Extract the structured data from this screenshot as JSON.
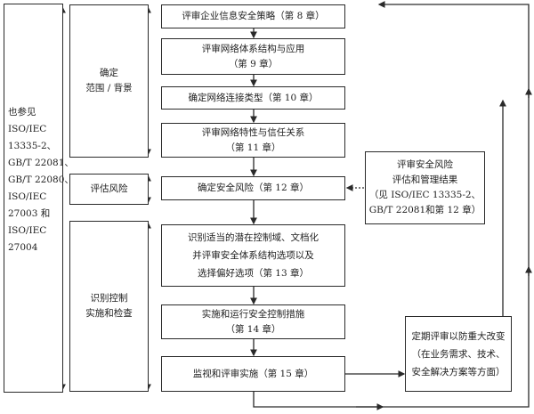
{
  "left_note": {
    "lines": [
      "也参见",
      "ISO/IEC",
      "13335-2、",
      "GB/T 22081、",
      "GB/T 22080、",
      "ISO/IEC",
      "27003 和",
      "ISO/IEC",
      "27004"
    ]
  },
  "phases": [
    {
      "lines": [
        "确定",
        "范围 / 背景"
      ]
    },
    {
      "lines": [
        "评估风险"
      ]
    },
    {
      "lines": [
        "识别控制",
        "实施和检查"
      ]
    }
  ],
  "steps": [
    {
      "lines": [
        "评审企业信息安全策略（第 8 章）"
      ]
    },
    {
      "lines": [
        "评审网络体系结构与应用",
        "（第 9 章）"
      ]
    },
    {
      "lines": [
        "确定网络连接类型（第 10 章）"
      ]
    },
    {
      "lines": [
        "评审网络特性与信任关系",
        "（第 11 章）"
      ]
    },
    {
      "lines": [
        "确定安全风险（第 12 章）"
      ]
    },
    {
      "lines": [
        "识别适当的潜在控制域、文档化",
        "并评审安全体系结构选项以及",
        "选择偏好选项（第 13 章）"
      ]
    },
    {
      "lines": [
        "实施和运行安全控制措施",
        "（第 14 章）"
      ]
    },
    {
      "lines": [
        "监视和评审实施（第 15 章）"
      ]
    }
  ],
  "risk_input": {
    "lines": [
      "评审安全风险",
      "评估和管理结果",
      "（见 ISO/IEC 13335-2、",
      "GB/T 22081和第 12 章）"
    ]
  },
  "periodic_review": {
    "lines": [
      "定期评审以防重大改变",
      "（在业务需求、技术、",
      "安全解决方案等方面）"
    ]
  },
  "colors": {
    "line": "#2a2a2a",
    "background": "#ffffff"
  }
}
